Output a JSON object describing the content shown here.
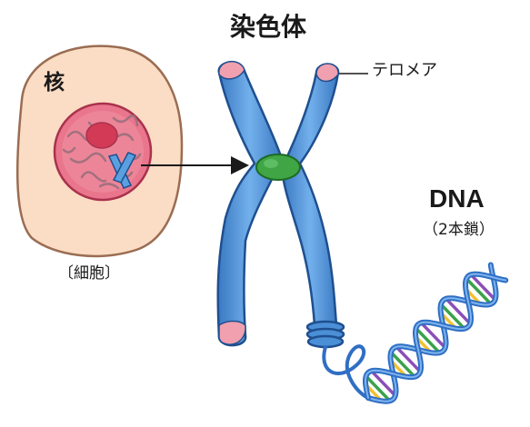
{
  "labels": {
    "chromosome": "染色体",
    "nucleus": "核",
    "cell": "〔細胞〕",
    "telomere": "テロメア",
    "dna": "DNA",
    "dna_subtitle": "（2本鎖）"
  },
  "colors": {
    "cell_fill": "#fbdcc4",
    "cell_stroke": "#9a6d52",
    "nucleus_fill": "#e9768c",
    "nucleus_stroke": "#a9324d",
    "nucleolus": "#d23a55",
    "chromosome_fill": "#4b8fd6",
    "chromosome_stroke": "#1f4f8f",
    "centromere": "#3fa545",
    "telomere": "#f0a0ae",
    "dna_backbone": "#2f6fc4",
    "base_pair_colors": [
      "#e23b3b",
      "#f2c12e",
      "#3aa24a",
      "#8b4fb8",
      "#ffffff"
    ]
  }
}
